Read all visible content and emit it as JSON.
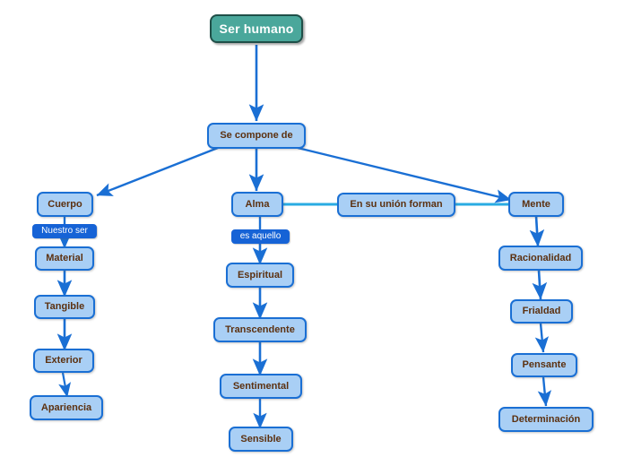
{
  "diagram": {
    "title": "Ser humano",
    "type": "concept-map",
    "language": "es",
    "colors": {
      "root_fill": "#4aa79b",
      "root_border": "#1f4f48",
      "root_text": "#ffffff",
      "concept_fill": "#a9cff5",
      "concept_border": "#1a6fd4",
      "concept_text": "#5c3110",
      "label_fill": "#1663d6",
      "label_text": "#ffffff",
      "edge_dark": "#1a6fd4",
      "edge_cyan": "#29abe2",
      "background": "#ffffff"
    }
  },
  "nodes": {
    "root": {
      "label": "Ser humano"
    },
    "compone": {
      "label": "Se compone de"
    },
    "cuerpo": {
      "label": "Cuerpo"
    },
    "alma": {
      "label": "Alma"
    },
    "mente": {
      "label": "Mente"
    },
    "union": {
      "label": "En su unión forman"
    },
    "nuestro_ser": {
      "label": "Nuestro ser"
    },
    "es_aquello": {
      "label": "es aquello"
    },
    "material": {
      "label": "Material"
    },
    "tangible": {
      "label": "Tangible"
    },
    "exterior": {
      "label": "Exterior"
    },
    "apariencia": {
      "label": "Apariencia"
    },
    "espiritual": {
      "label": "Espiritual"
    },
    "transcendente": {
      "label": "Transcendente"
    },
    "sentimental": {
      "label": "Sentimental"
    },
    "sensible": {
      "label": "Sensible"
    },
    "racionalidad": {
      "label": "Racionalidad"
    },
    "frialdad": {
      "label": "Frialdad"
    },
    "pensante": {
      "label": "Pensante"
    },
    "determinacion": {
      "label": "Determinación"
    }
  },
  "branches": {
    "cuerpo_chain": [
      "Cuerpo",
      "Nuestro ser",
      "Material",
      "Tangible",
      "Exterior",
      "Apariencia"
    ],
    "alma_chain": [
      "Alma",
      "es aquello",
      "Espiritual",
      "Transcendente",
      "Sentimental",
      "Sensible"
    ],
    "mente_chain": [
      "Mente",
      "Racionalidad",
      "Frialdad",
      "Pensante",
      "Determinación"
    ]
  }
}
